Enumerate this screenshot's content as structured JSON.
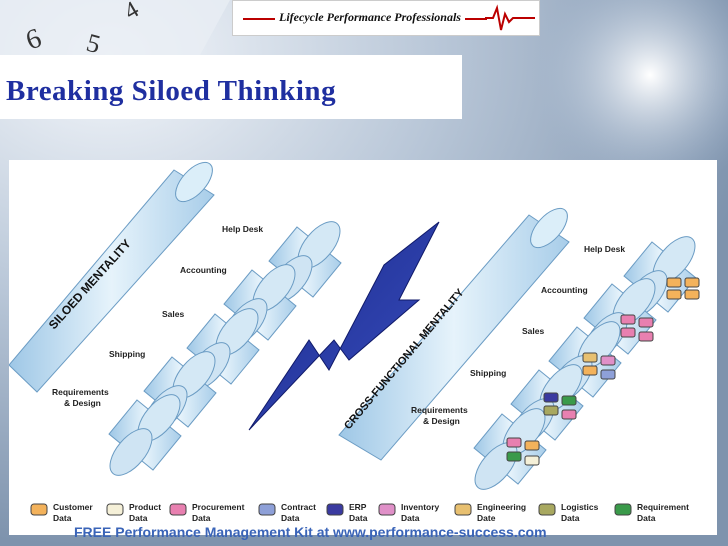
{
  "header": {
    "logo_text": "Lifecycle Performance Professionals",
    "title": "Breaking Siloed Thinking"
  },
  "diagram": {
    "left_bar_label": "SILOED MENTALITY",
    "right_bar_label": "CROSS-FUNCTIONAL MENTALITY",
    "left_silos": [
      "Help Desk",
      "Accounting",
      "Sales",
      "Shipping",
      "Requirements",
      "& Design"
    ],
    "right_silos": [
      "Help Desk",
      "Accounting",
      "Sales",
      "Shipping",
      "Requirements",
      "& Design"
    ],
    "legend": [
      {
        "line1": "Customer",
        "line2": "Data",
        "color": "#f3b25b"
      },
      {
        "line1": "Product",
        "line2": "Data",
        "color": "#f5f0d8"
      },
      {
        "line1": "Procurement",
        "line2": "Data",
        "color": "#e880b0"
      },
      {
        "line1": "Contract",
        "line2": "Data",
        "color": "#8ea0d8"
      },
      {
        "line1": "ERP",
        "line2": "Data",
        "color": "#3a3aa0"
      },
      {
        "line1": "Inventory",
        "line2": "Data",
        "color": "#e090c8"
      },
      {
        "line1": "Engineering",
        "line2": "Date",
        "color": "#e8c070"
      },
      {
        "line1": "Logistics",
        "line2": "Data",
        "color": "#a8a860"
      },
      {
        "line1": "Requirement",
        "line2": "Data",
        "color": "#3a9a4a"
      }
    ]
  },
  "footer": {
    "text": "FREE Performance Management Kit at www.performance-success.com"
  }
}
